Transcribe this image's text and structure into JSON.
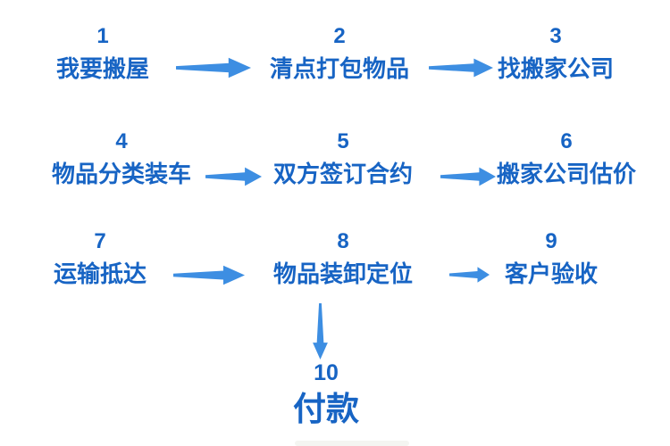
{
  "colors": {
    "text-color": "#1764c4",
    "arrow-color": "#3d8ee2"
  },
  "flow": {
    "name": "moving-house-process-flowchart",
    "steps": [
      {
        "num": "1",
        "label": "我要搬屋"
      },
      {
        "num": "2",
        "label": "清点打包物品"
      },
      {
        "num": "3",
        "label": "找搬家公司"
      },
      {
        "num": "4",
        "label": "物品分类装车"
      },
      {
        "num": "5",
        "label": "双方签订合约"
      },
      {
        "num": "6",
        "label": "搬家公司估价"
      },
      {
        "num": "7",
        "label": "运输抵达"
      },
      {
        "num": "8",
        "label": "物品装卸定位"
      },
      {
        "num": "9",
        "label": "客户验收"
      },
      {
        "num": "10",
        "label": "付款"
      }
    ],
    "connections": [
      {
        "from": "1",
        "to": "2",
        "direction": "right"
      },
      {
        "from": "2",
        "to": "3",
        "direction": "right"
      },
      {
        "from": "4",
        "to": "5",
        "direction": "right"
      },
      {
        "from": "5",
        "to": "6",
        "direction": "right"
      },
      {
        "from": "7",
        "to": "8",
        "direction": "right"
      },
      {
        "from": "8",
        "to": "9",
        "direction": "right"
      },
      {
        "from": "8",
        "to": "10",
        "direction": "down"
      }
    ]
  }
}
